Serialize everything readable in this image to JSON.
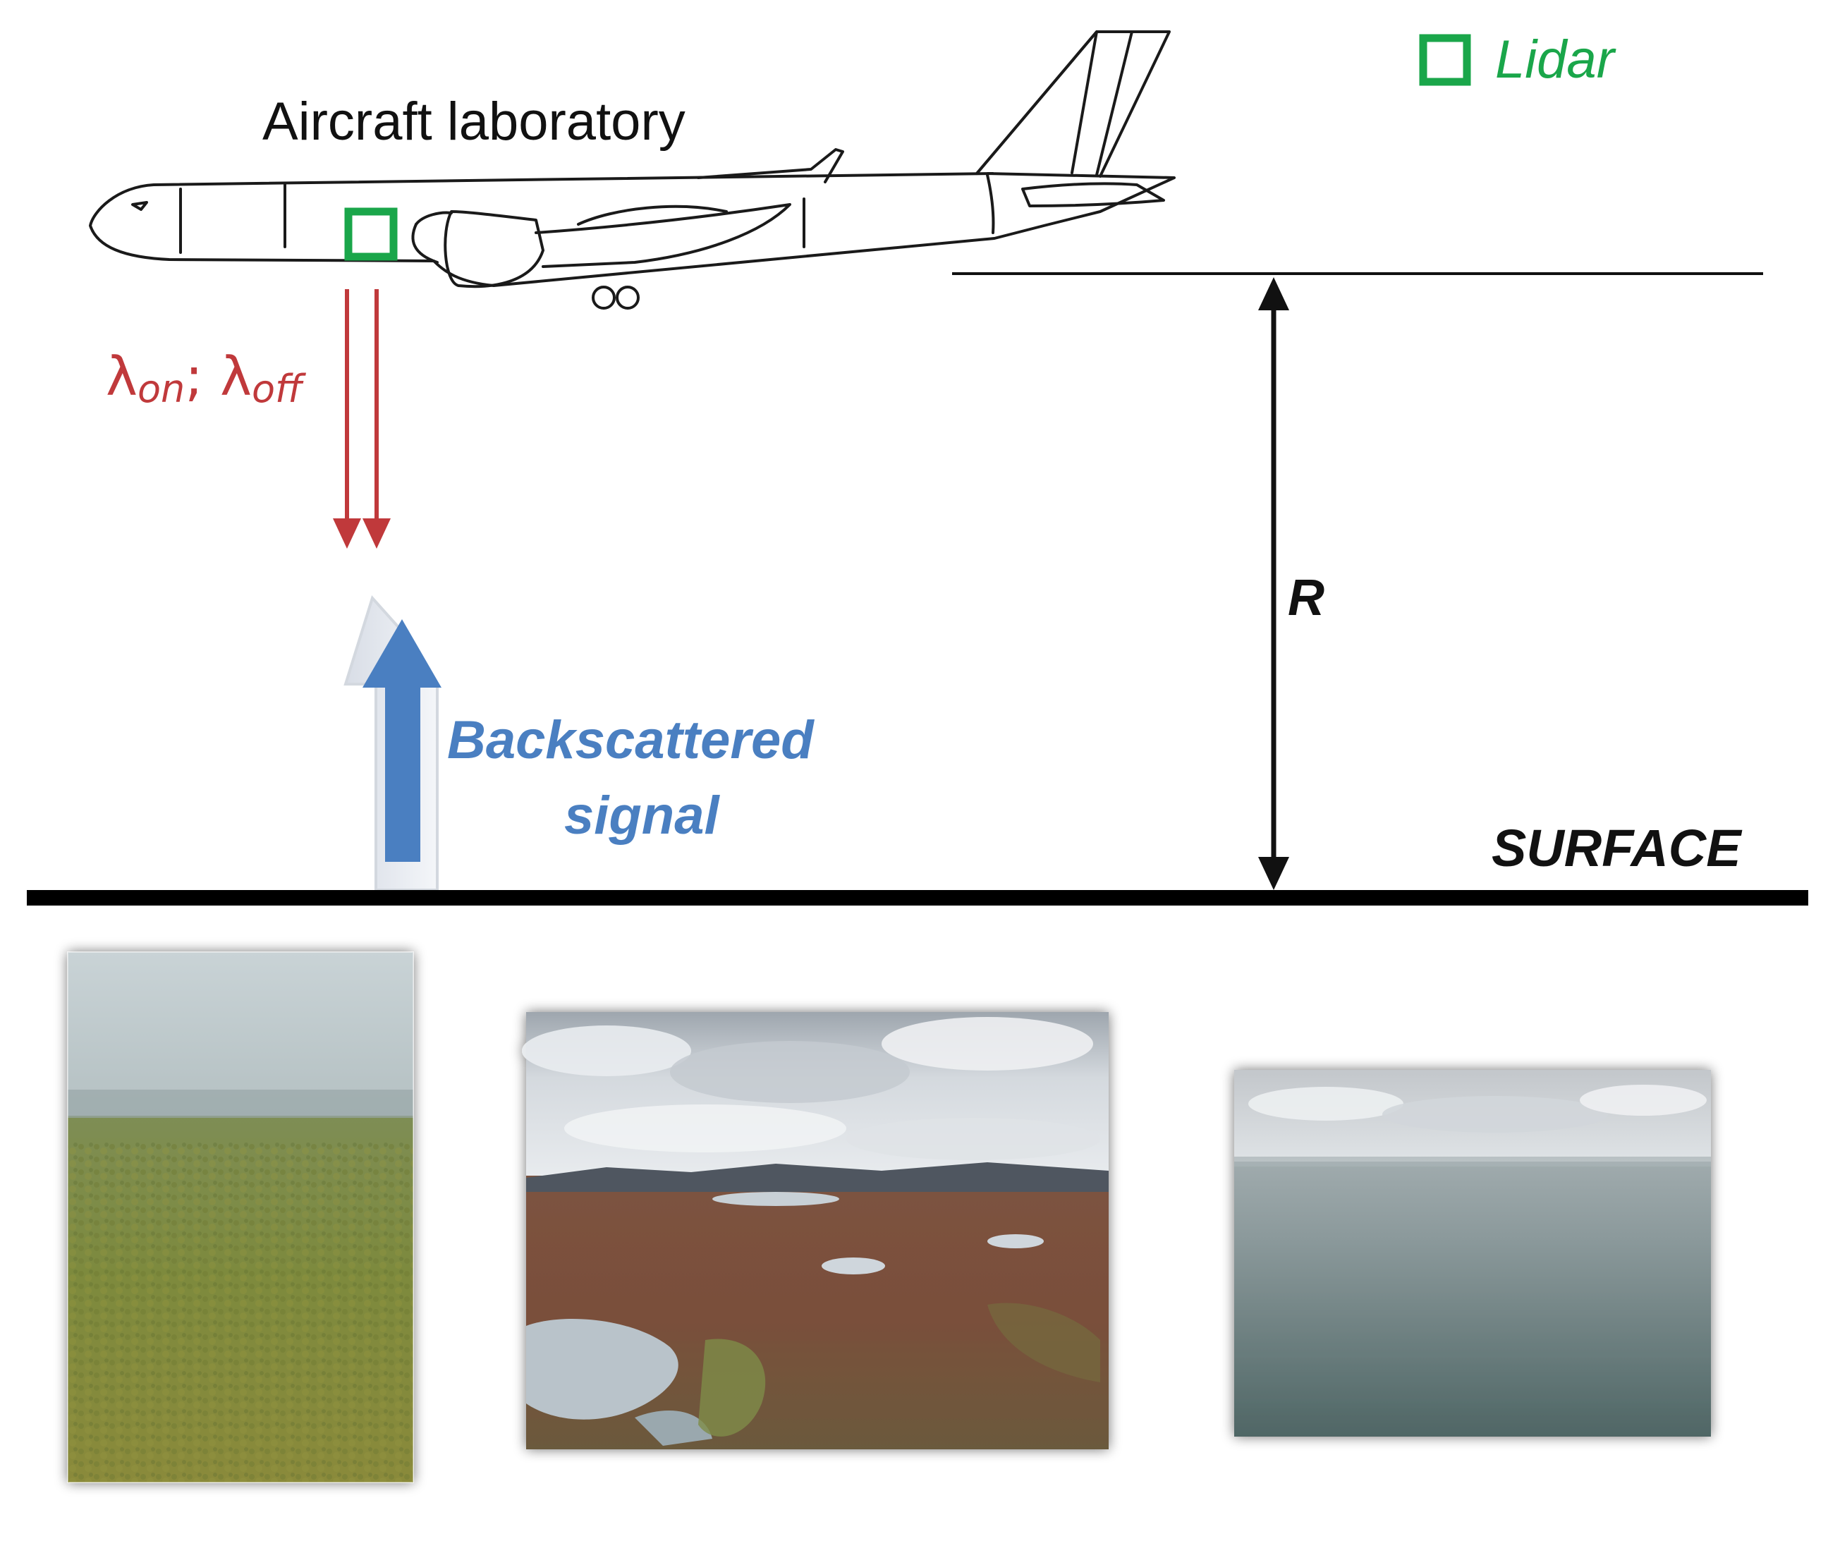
{
  "title": "Aircraft laboratory",
  "legend": {
    "marker_color": "#1aa64a",
    "label": "Lidar"
  },
  "beams": {
    "lambda_on": "λ",
    "on_sub": "on",
    "separator": "; ",
    "lambda_off": "λ",
    "off_sub": "off",
    "color": "#c0393b"
  },
  "signal": {
    "line1": "Backscattered",
    "line2": "signal",
    "color": "#4a7fc1"
  },
  "range_label": "R",
  "surface_label": "SURFACE",
  "photos": [
    {
      "name": "photo-forest",
      "kind": "forest"
    },
    {
      "name": "photo-tundra-wetland",
      "kind": "tundra"
    },
    {
      "name": "photo-water",
      "kind": "water"
    }
  ]
}
